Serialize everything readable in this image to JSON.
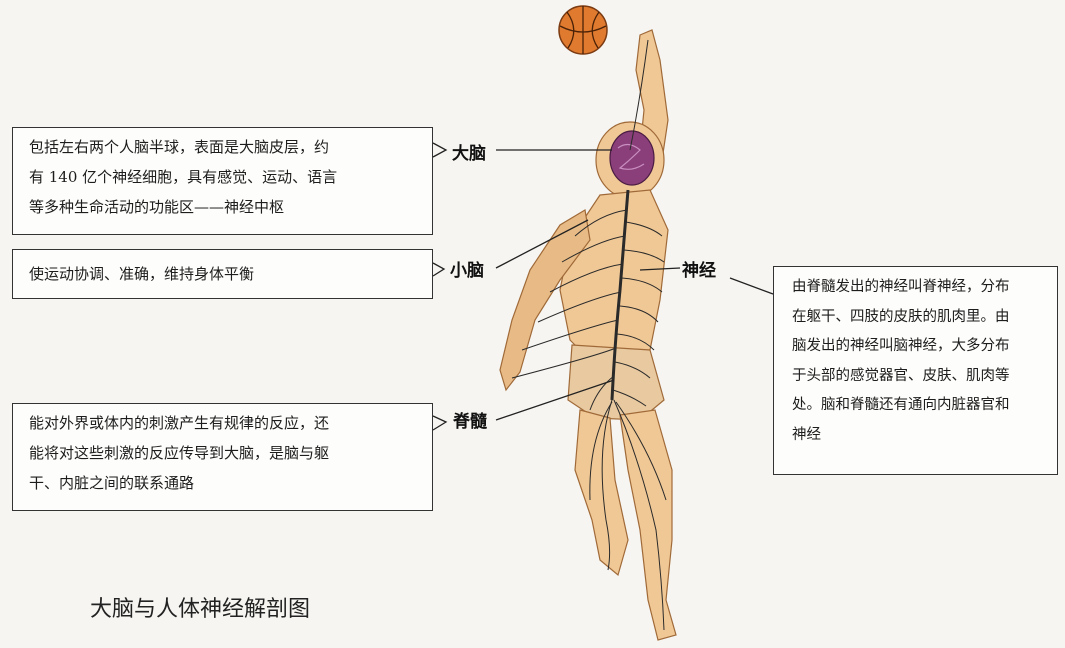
{
  "boxes": {
    "cerebrum": {
      "line1": "包括左右两个人脑半球，表面是大脑皮层，约",
      "line2": "有 140 亿个神经细胞，具有感觉、运动、语言",
      "line3": "等多种生命活动的功能区——神经中枢"
    },
    "cerebellum": {
      "line1": "使运动协调、准确，维持身体平衡"
    },
    "spinal": {
      "line1": "能对外界或体内的刺激产生有规律的反应，还",
      "line2": "能将对这些刺激的反应传导到大脑，是脑与躯",
      "line3": "干、内脏之间的联系通路"
    },
    "nerves": {
      "line1": "由脊髓发出的神经叫脊神经，分布",
      "line2": "在躯干、四肢的皮肤的肌肉里。由",
      "line3": "脑发出的神经叫脑神经，大多分布",
      "line4": "于头部的感觉器官、皮肤、肌肉等",
      "line5": "处。脑和脊髓还有通向内脏器官和",
      "line6": "神经"
    }
  },
  "labels": {
    "cerebrum": "大脑",
    "cerebellum": "小脑",
    "nerves": "神经",
    "spinal": "脊髓"
  },
  "caption": "大脑与人体神经解剖图",
  "colors": {
    "skin": "#f0c896",
    "skin_shadow": "#d9a06a",
    "brain": "#8a3f7a",
    "nerve": "#2a2a2a",
    "ball": "#e07a2e"
  }
}
